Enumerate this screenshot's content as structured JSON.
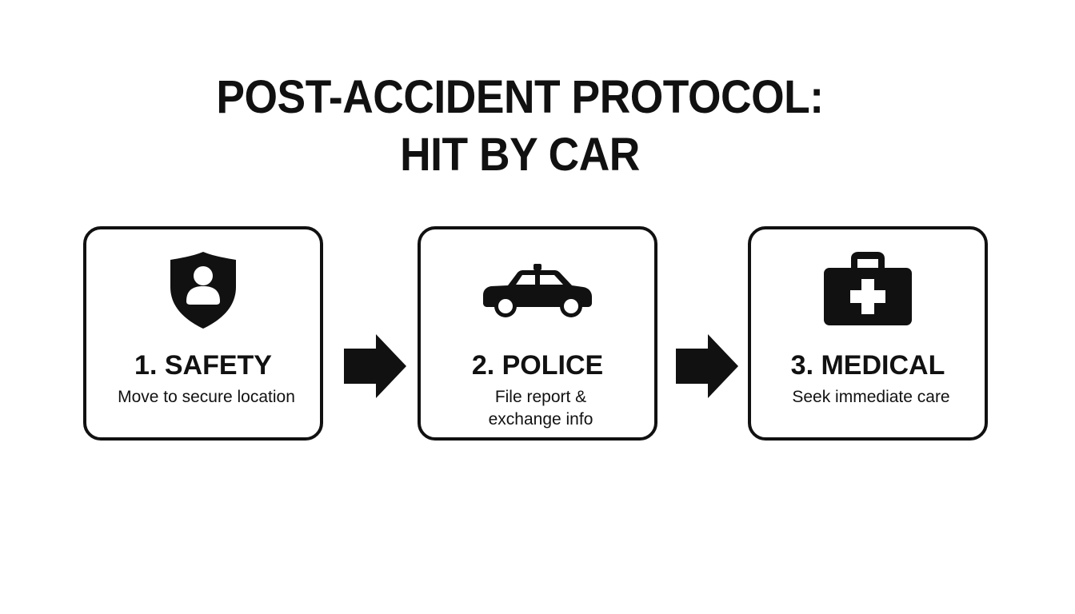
{
  "title": {
    "line1": "POST-ACCIDENT PROTOCOL:",
    "line2": "HIT BY CAR"
  },
  "steps": [
    {
      "title": "1. SAFETY",
      "description": "Move to secure location",
      "icon": "shield-person-icon"
    },
    {
      "title": "2. POLICE",
      "description": "File report & exchange info",
      "icon": "police-car-icon"
    },
    {
      "title": "3. MEDICAL",
      "description": "Seek immediate care",
      "icon": "first-aid-kit-icon"
    }
  ],
  "colors": {
    "ink": "#111111",
    "background": "#ffffff"
  }
}
